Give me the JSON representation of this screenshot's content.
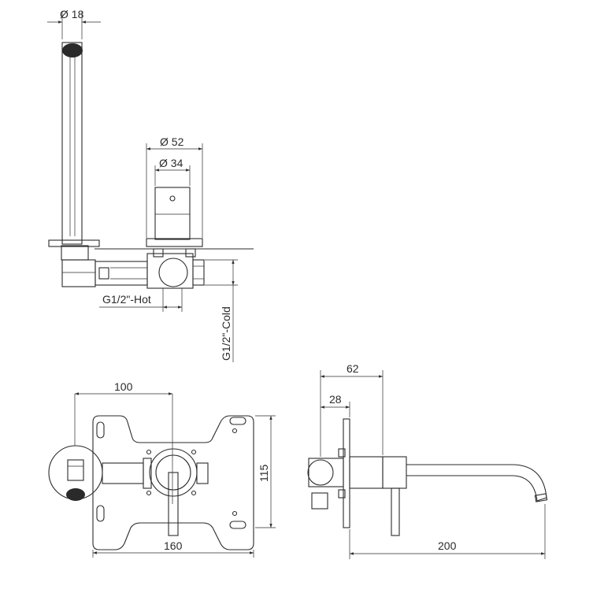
{
  "dimensions": {
    "d18": "Ø 18",
    "d52": "Ø 52",
    "d34": "Ø 34",
    "hot": "G1/2\"-Hot",
    "cold": "G1/2\"-Cold",
    "w100": "100",
    "w62": "62",
    "w28": "28",
    "h115": "115",
    "w160": "160",
    "w200": "200"
  }
}
